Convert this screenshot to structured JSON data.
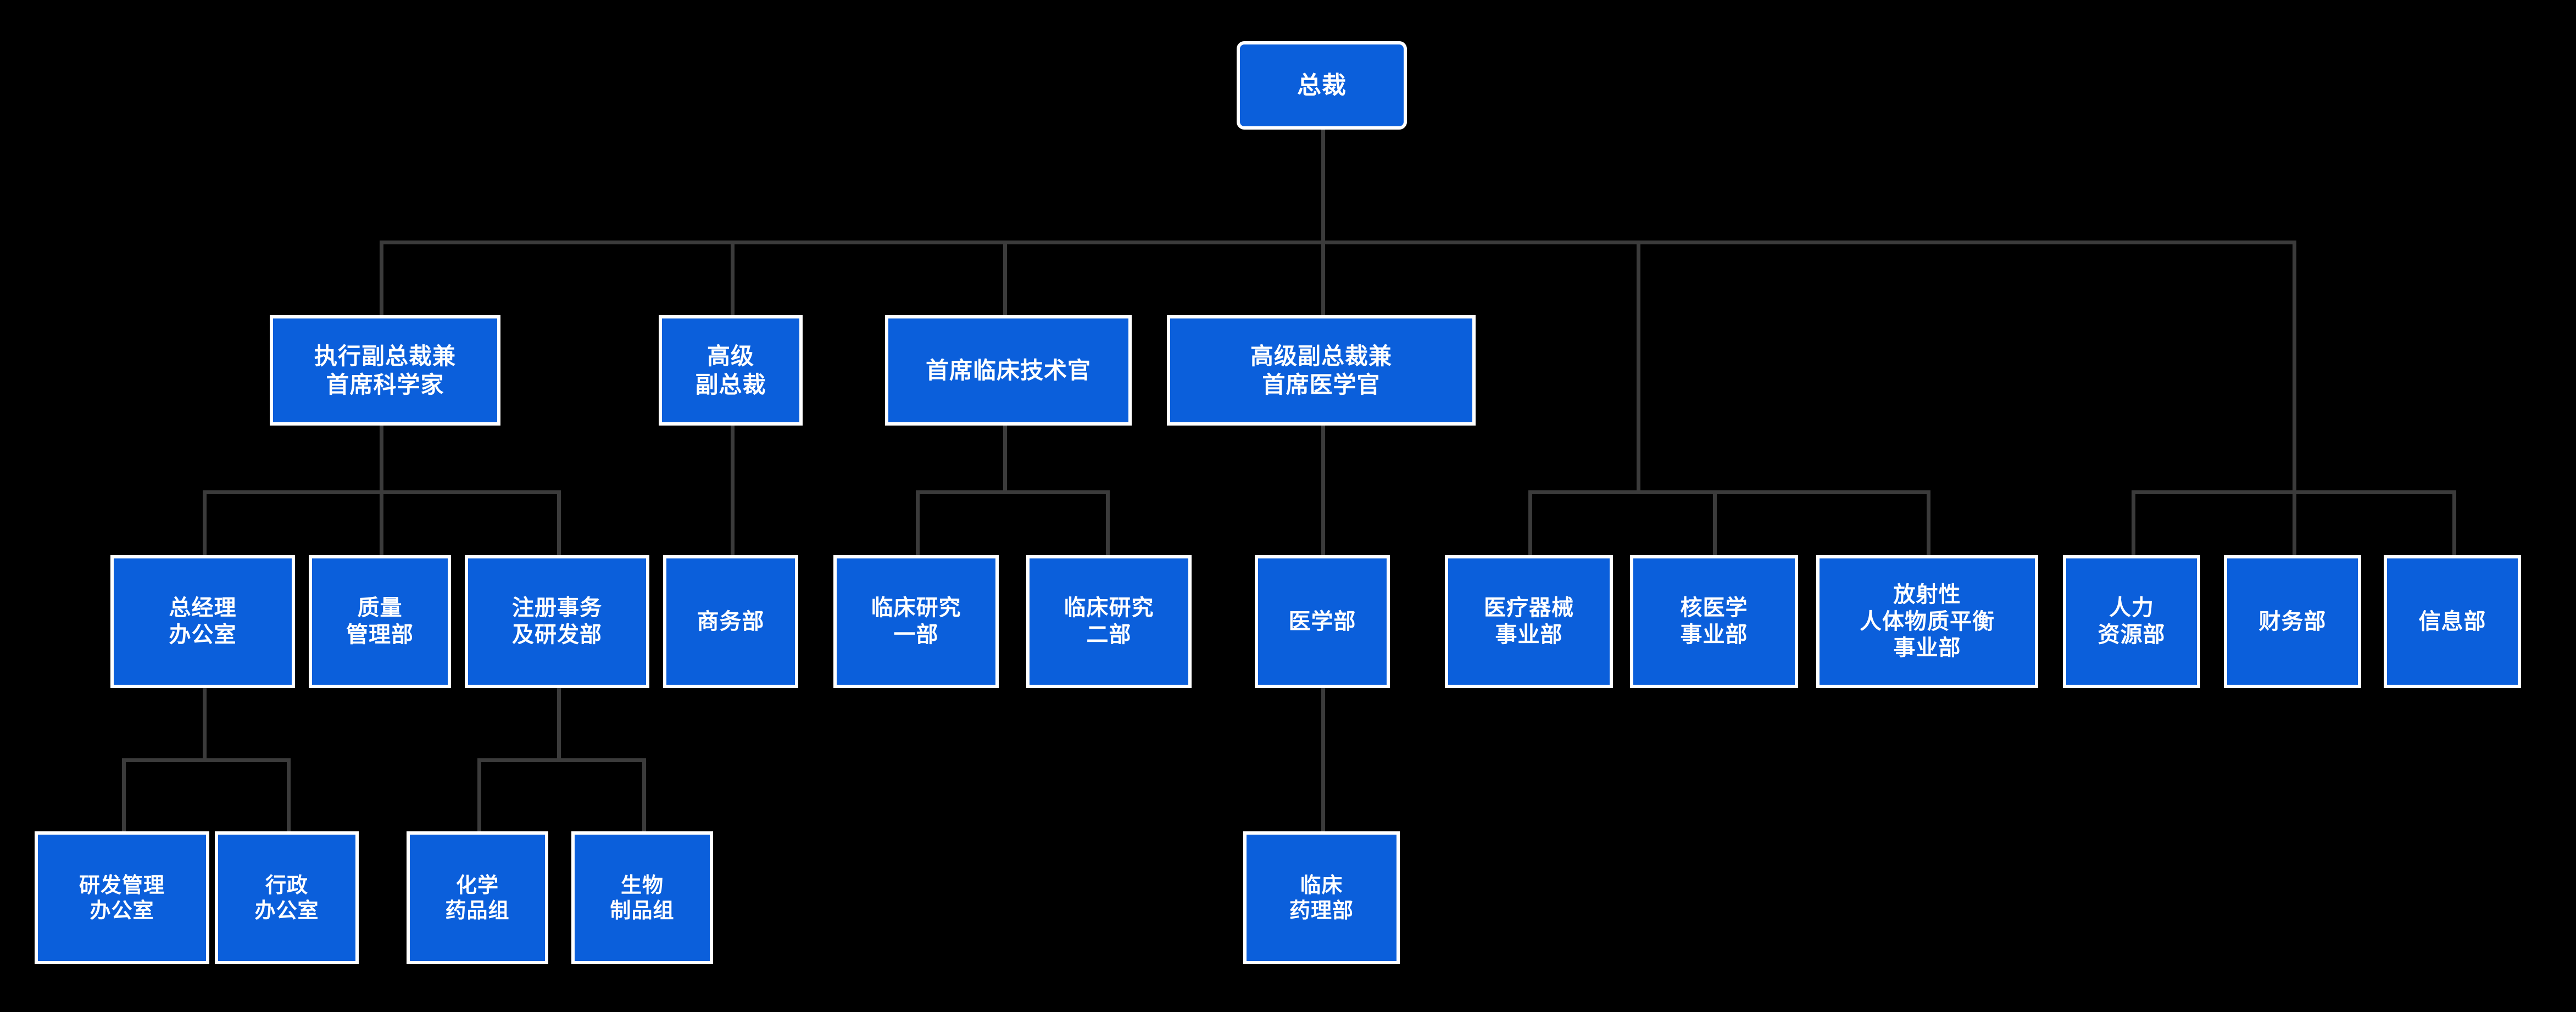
{
  "chart_data": {
    "type": "diagram",
    "title": "组织架构图",
    "orientation": "top-down",
    "background_color": "#000000",
    "node_color": "#0b5fdb",
    "node_border_color": "#ffffff",
    "connector_color": "#3b3b3b",
    "text_color": "#ffffff",
    "levels": 4
  },
  "nodes": {
    "president": {
      "label": "总裁",
      "level": 1
    },
    "evp_chief_scientist": {
      "label": "执行副总裁兼\n首席科学家",
      "level": 2
    },
    "senior_vp": {
      "label": "高级\n副总裁",
      "level": 2
    },
    "chief_clinical_tech_officer": {
      "label": "首席临床技术官",
      "level": 2
    },
    "svp_chief_medical_officer": {
      "label": "高级副总裁兼\n首席医学官",
      "level": 2
    },
    "gm_office": {
      "label": "总经理\n办公室",
      "level": 3
    },
    "quality_mgmt_dept": {
      "label": "质量\n管理部",
      "level": 3
    },
    "regulatory_rnd_dept": {
      "label": "注册事务\n及研发部",
      "level": 3
    },
    "business_dept": {
      "label": "商务部",
      "level": 3
    },
    "clinical_research_1": {
      "label": "临床研究\n一部",
      "level": 3
    },
    "clinical_research_2": {
      "label": "临床研究\n二部",
      "level": 3
    },
    "medical_dept": {
      "label": "医学部",
      "level": 3
    },
    "medical_device_div": {
      "label": "医疗器械\n事业部",
      "level": 3
    },
    "nuclear_medicine_div": {
      "label": "核医学\n事业部",
      "level": 3
    },
    "radioactive_balance_div": {
      "label": "放射性\n人体物质平衡\n事业部",
      "level": 3
    },
    "hr_dept": {
      "label": "人力\n资源部",
      "level": 3
    },
    "finance_dept": {
      "label": "财务部",
      "level": 3
    },
    "information_dept": {
      "label": "信息部",
      "level": 3
    },
    "rnd_mgmt_office": {
      "label": "研发管理\n办公室",
      "level": 4
    },
    "admin_office": {
      "label": "行政\n办公室",
      "level": 4
    },
    "chemical_drug_group": {
      "label": "化学\n药品组",
      "level": 4
    },
    "biological_product_group": {
      "label": "生物\n制品组",
      "level": 4
    },
    "clinical_pharmacology_dept": {
      "label": "临床\n药理部",
      "level": 4
    }
  }
}
